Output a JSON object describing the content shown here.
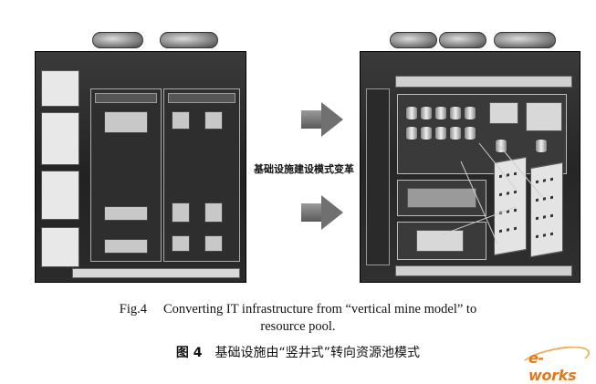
{
  "figure": {
    "transform_label": "基础设施建设模式变革"
  },
  "caption": {
    "en_number": "Fig.4",
    "en_text_line1": "Converting IT infrastructure from “vertical mine model” to",
    "en_text_line2": "resource pool.",
    "cn_number": "图 4",
    "cn_text": "基础设施由“竖井式”转向资源池模式"
  },
  "logo": {
    "text": "e-works",
    "color": "#e07a1a"
  }
}
